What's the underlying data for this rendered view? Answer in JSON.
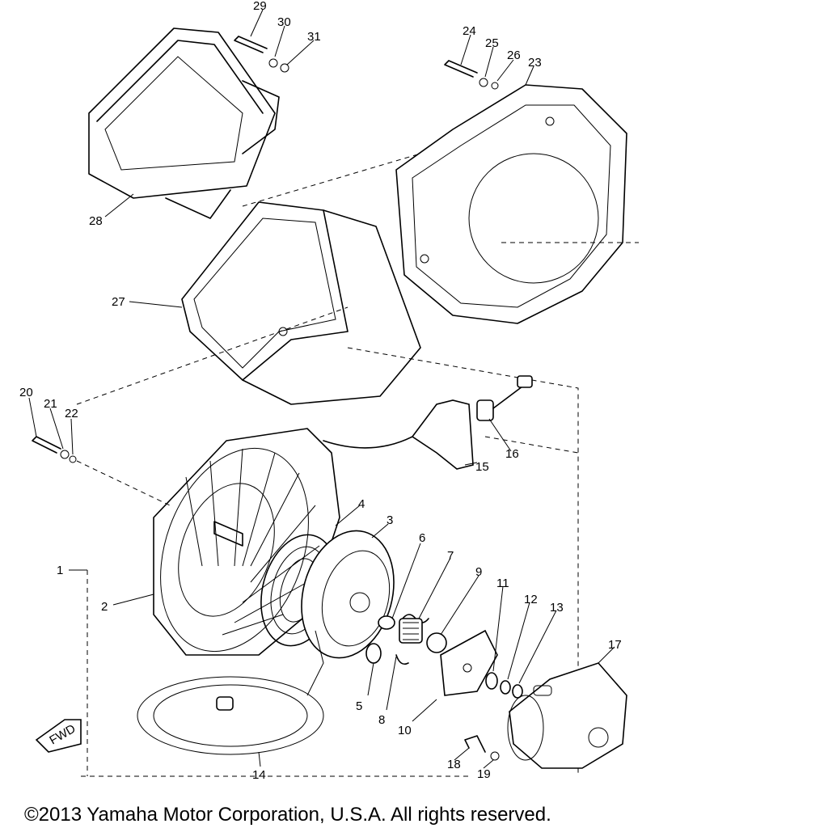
{
  "callouts": [
    "1",
    "2",
    "3",
    "4",
    "5",
    "6",
    "7",
    "8",
    "9",
    "10",
    "11",
    "12",
    "13",
    "14",
    "15",
    "16",
    "17",
    "18",
    "19",
    "20",
    "21",
    "22",
    "23",
    "24",
    "25",
    "26",
    "27",
    "28",
    "29",
    "30",
    "31"
  ],
  "fwd_label": "FWD",
  "copyright": "©2013 Yamaha Motor Corporation, U.S.A. All rights reserved."
}
